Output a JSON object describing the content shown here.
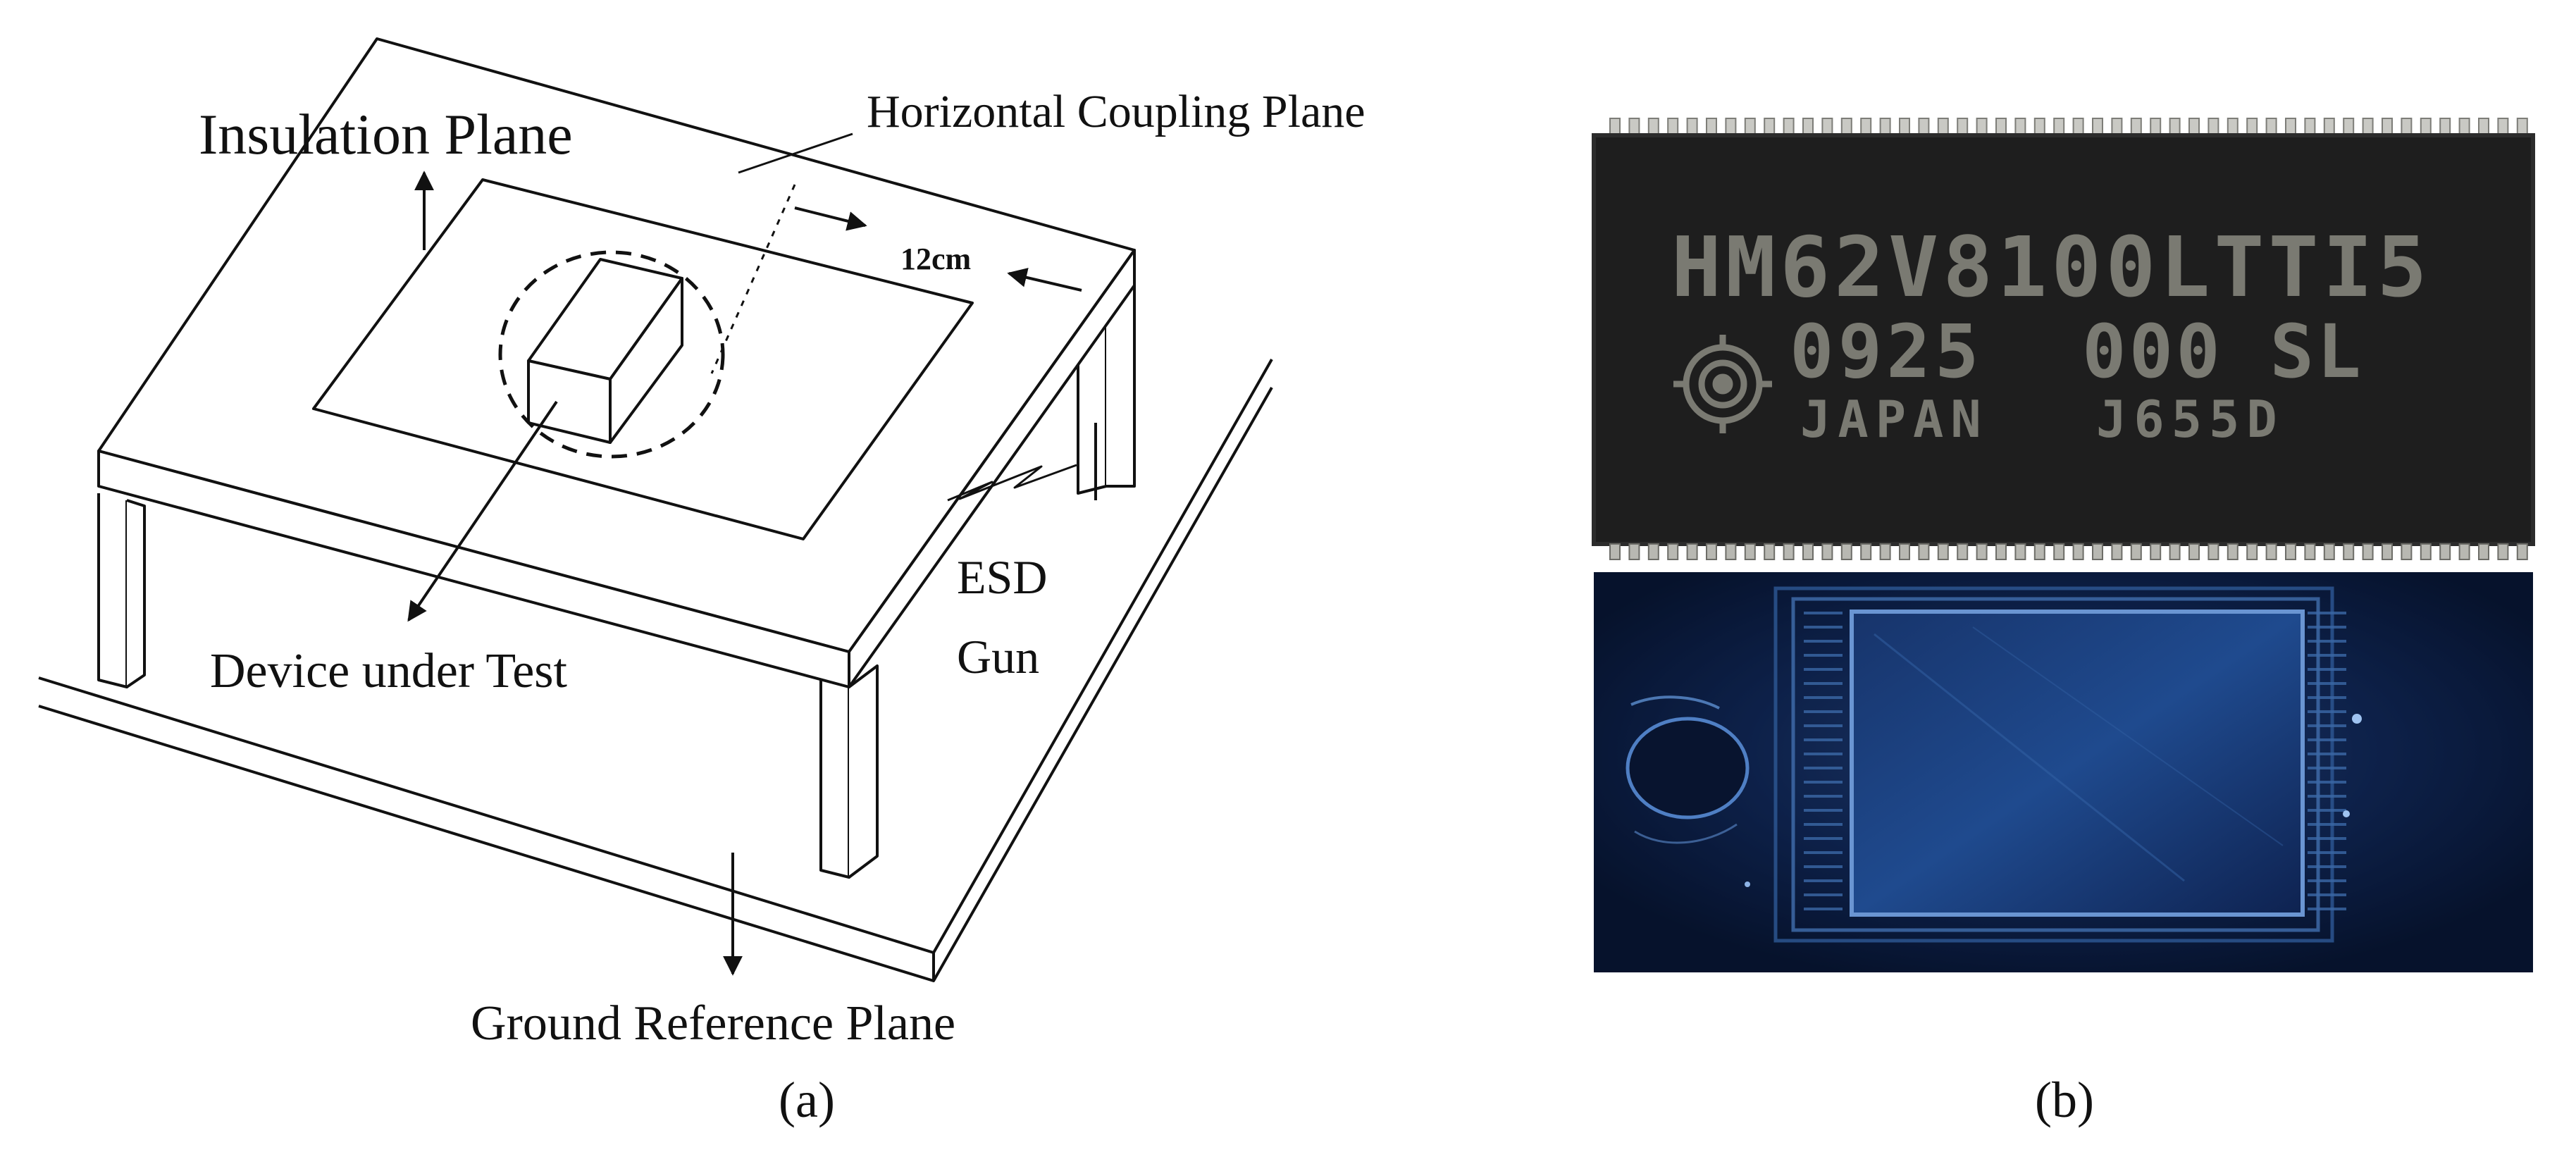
{
  "panel_a": {
    "labels": {
      "insulation_plane": "Insulation Plane",
      "horizontal_coupling_plane": "Horizontal Coupling Plane",
      "distance": "12cm",
      "esd": "ESD",
      "gun": "Gun",
      "device_under_test": "Device under Test",
      "ground_reference_plane": "Ground Reference Plane"
    },
    "caption": "(a)"
  },
  "panel_b": {
    "chip_markings": {
      "line1": "HM62V8100LTTI5",
      "line2_left": "0925",
      "line2_right": "000 SL",
      "line3_left": "JAPAN",
      "line3_right": "J655D"
    },
    "caption": "(b)"
  },
  "colors": {
    "line": "#111111",
    "chip_body": "#1e1e1e",
    "chip_marking": "#7a7a72",
    "die_background": "#0c1a3a",
    "die_highlight": "#4f7fc4"
  }
}
